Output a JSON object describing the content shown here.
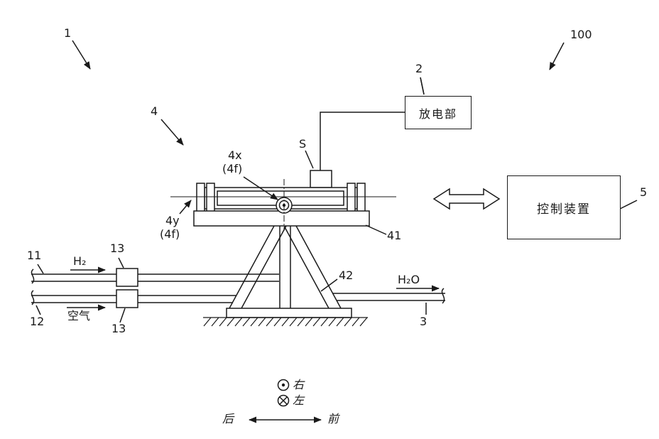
{
  "diagram": {
    "refs": {
      "r1": "1",
      "r100": "100",
      "r4": "4",
      "r2": "2",
      "r5": "5",
      "r41": "41",
      "r42": "42",
      "r3": "3",
      "r11": "11",
      "r12": "12",
      "r13a": "13",
      "r13b": "13",
      "rS": "S",
      "r4x": "4x",
      "r4x_sub": "(4f)",
      "r4y": "4y",
      "r4y_sub": "(4f)"
    },
    "flows": {
      "h2": "H₂",
      "air": "空气",
      "h2o": "H₂O"
    },
    "boxes": {
      "discharge": "放电部",
      "control": "控制装置"
    },
    "compass": {
      "right": "右",
      "left": "左",
      "back": "后",
      "front": "前"
    },
    "colors": {
      "line": "#1a1a1a",
      "bg": "#ffffff"
    }
  }
}
